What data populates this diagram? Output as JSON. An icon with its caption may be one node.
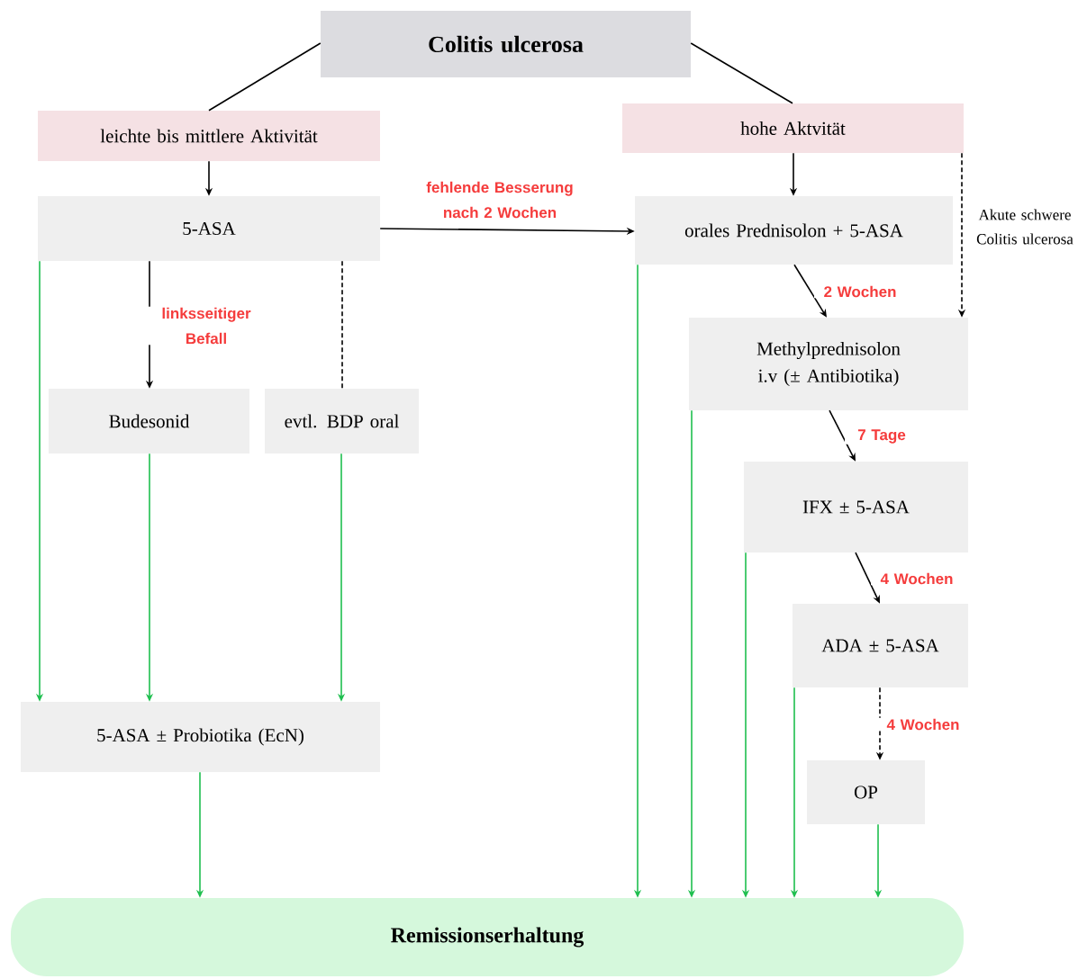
{
  "diagram": {
    "nodes": [
      {
        "text": [
          "Colitis ulcerosa"
        ]
      },
      {
        "text": [
          "leichte bis mittlere Aktivität"
        ]
      },
      {
        "text": [
          "hohe Aktvität"
        ]
      },
      {
        "text": [
          "5-ASA"
        ]
      },
      {
        "text": [
          "orales Prednisolon + 5-ASA"
        ]
      },
      {
        "text": [
          "Methylprednisolon i.v (± Antibiotika)"
        ]
      },
      {
        "text": [
          "Budesonid"
        ]
      },
      {
        "text": [
          "evtl. BDP oral"
        ]
      },
      {
        "text": [
          "IFX ± 5-ASA"
        ]
      },
      {
        "text": [
          "ADA ± 5-ASA"
        ]
      },
      {
        "text": [
          "5-ASA ± Probiotika (EcN)"
        ]
      },
      {
        "text": [
          "OP"
        ]
      },
      {
        "text": [
          "Remissionserhaltung"
        ]
      }
    ],
    "edges": [
      {
        "from": 0,
        "to": 1,
        "arrow": "none"
      },
      {
        "from": 0,
        "to": 2,
        "arrow": "none"
      },
      {
        "from": 1,
        "to": 3,
        "arrow": "to"
      },
      {
        "from": 2,
        "to": 4,
        "arrow": "to"
      },
      {
        "from": 2,
        "to": 5,
        "arrow": "to",
        "style": "dashed",
        "label": "Akute schwere Colitis ulcerosa"
      },
      {
        "from": 3,
        "to": 4,
        "arrow": "to",
        "label": "fehlende Besserung nach 2 Wochen"
      },
      {
        "from": 3,
        "to": 6,
        "arrow": "to",
        "label": "linksseitiger Befall"
      },
      {
        "from": 3,
        "to": 7,
        "arrow": "none",
        "style": "dashed"
      },
      {
        "from": 4,
        "to": 5,
        "arrow": "to",
        "label": "2 Wochen"
      },
      {
        "from": 5,
        "to": 8,
        "arrow": "to",
        "label": "7 Tage"
      },
      {
        "from": 8,
        "to": 9,
        "arrow": "to",
        "label": "4 Wochen"
      },
      {
        "from": 9,
        "to": 11,
        "arrow": "to",
        "style": "dashed",
        "label": "4 Wochen"
      },
      {
        "from": 3,
        "to": 10,
        "arrow": "to",
        "color": "#1fbf4f"
      },
      {
        "from": 6,
        "to": 10,
        "arrow": "to",
        "color": "#1fbf4f"
      },
      {
        "from": 7,
        "to": 10,
        "arrow": "to",
        "color": "#1fbf4f"
      },
      {
        "from": 10,
        "to": 12,
        "arrow": "to",
        "color": "#1fbf4f"
      },
      {
        "from": 4,
        "to": 12,
        "arrow": "to",
        "color": "#1fbf4f"
      },
      {
        "from": 5,
        "to": 12,
        "arrow": "to",
        "color": "#1fbf4f"
      },
      {
        "from": 8,
        "to": 12,
        "arrow": "to",
        "color": "#1fbf4f"
      },
      {
        "from": 9,
        "to": 12,
        "arrow": "to",
        "color": "#1fbf4f"
      },
      {
        "from": 11,
        "to": 12,
        "arrow": "to",
        "color": "#1fbf4f"
      }
    ]
  }
}
